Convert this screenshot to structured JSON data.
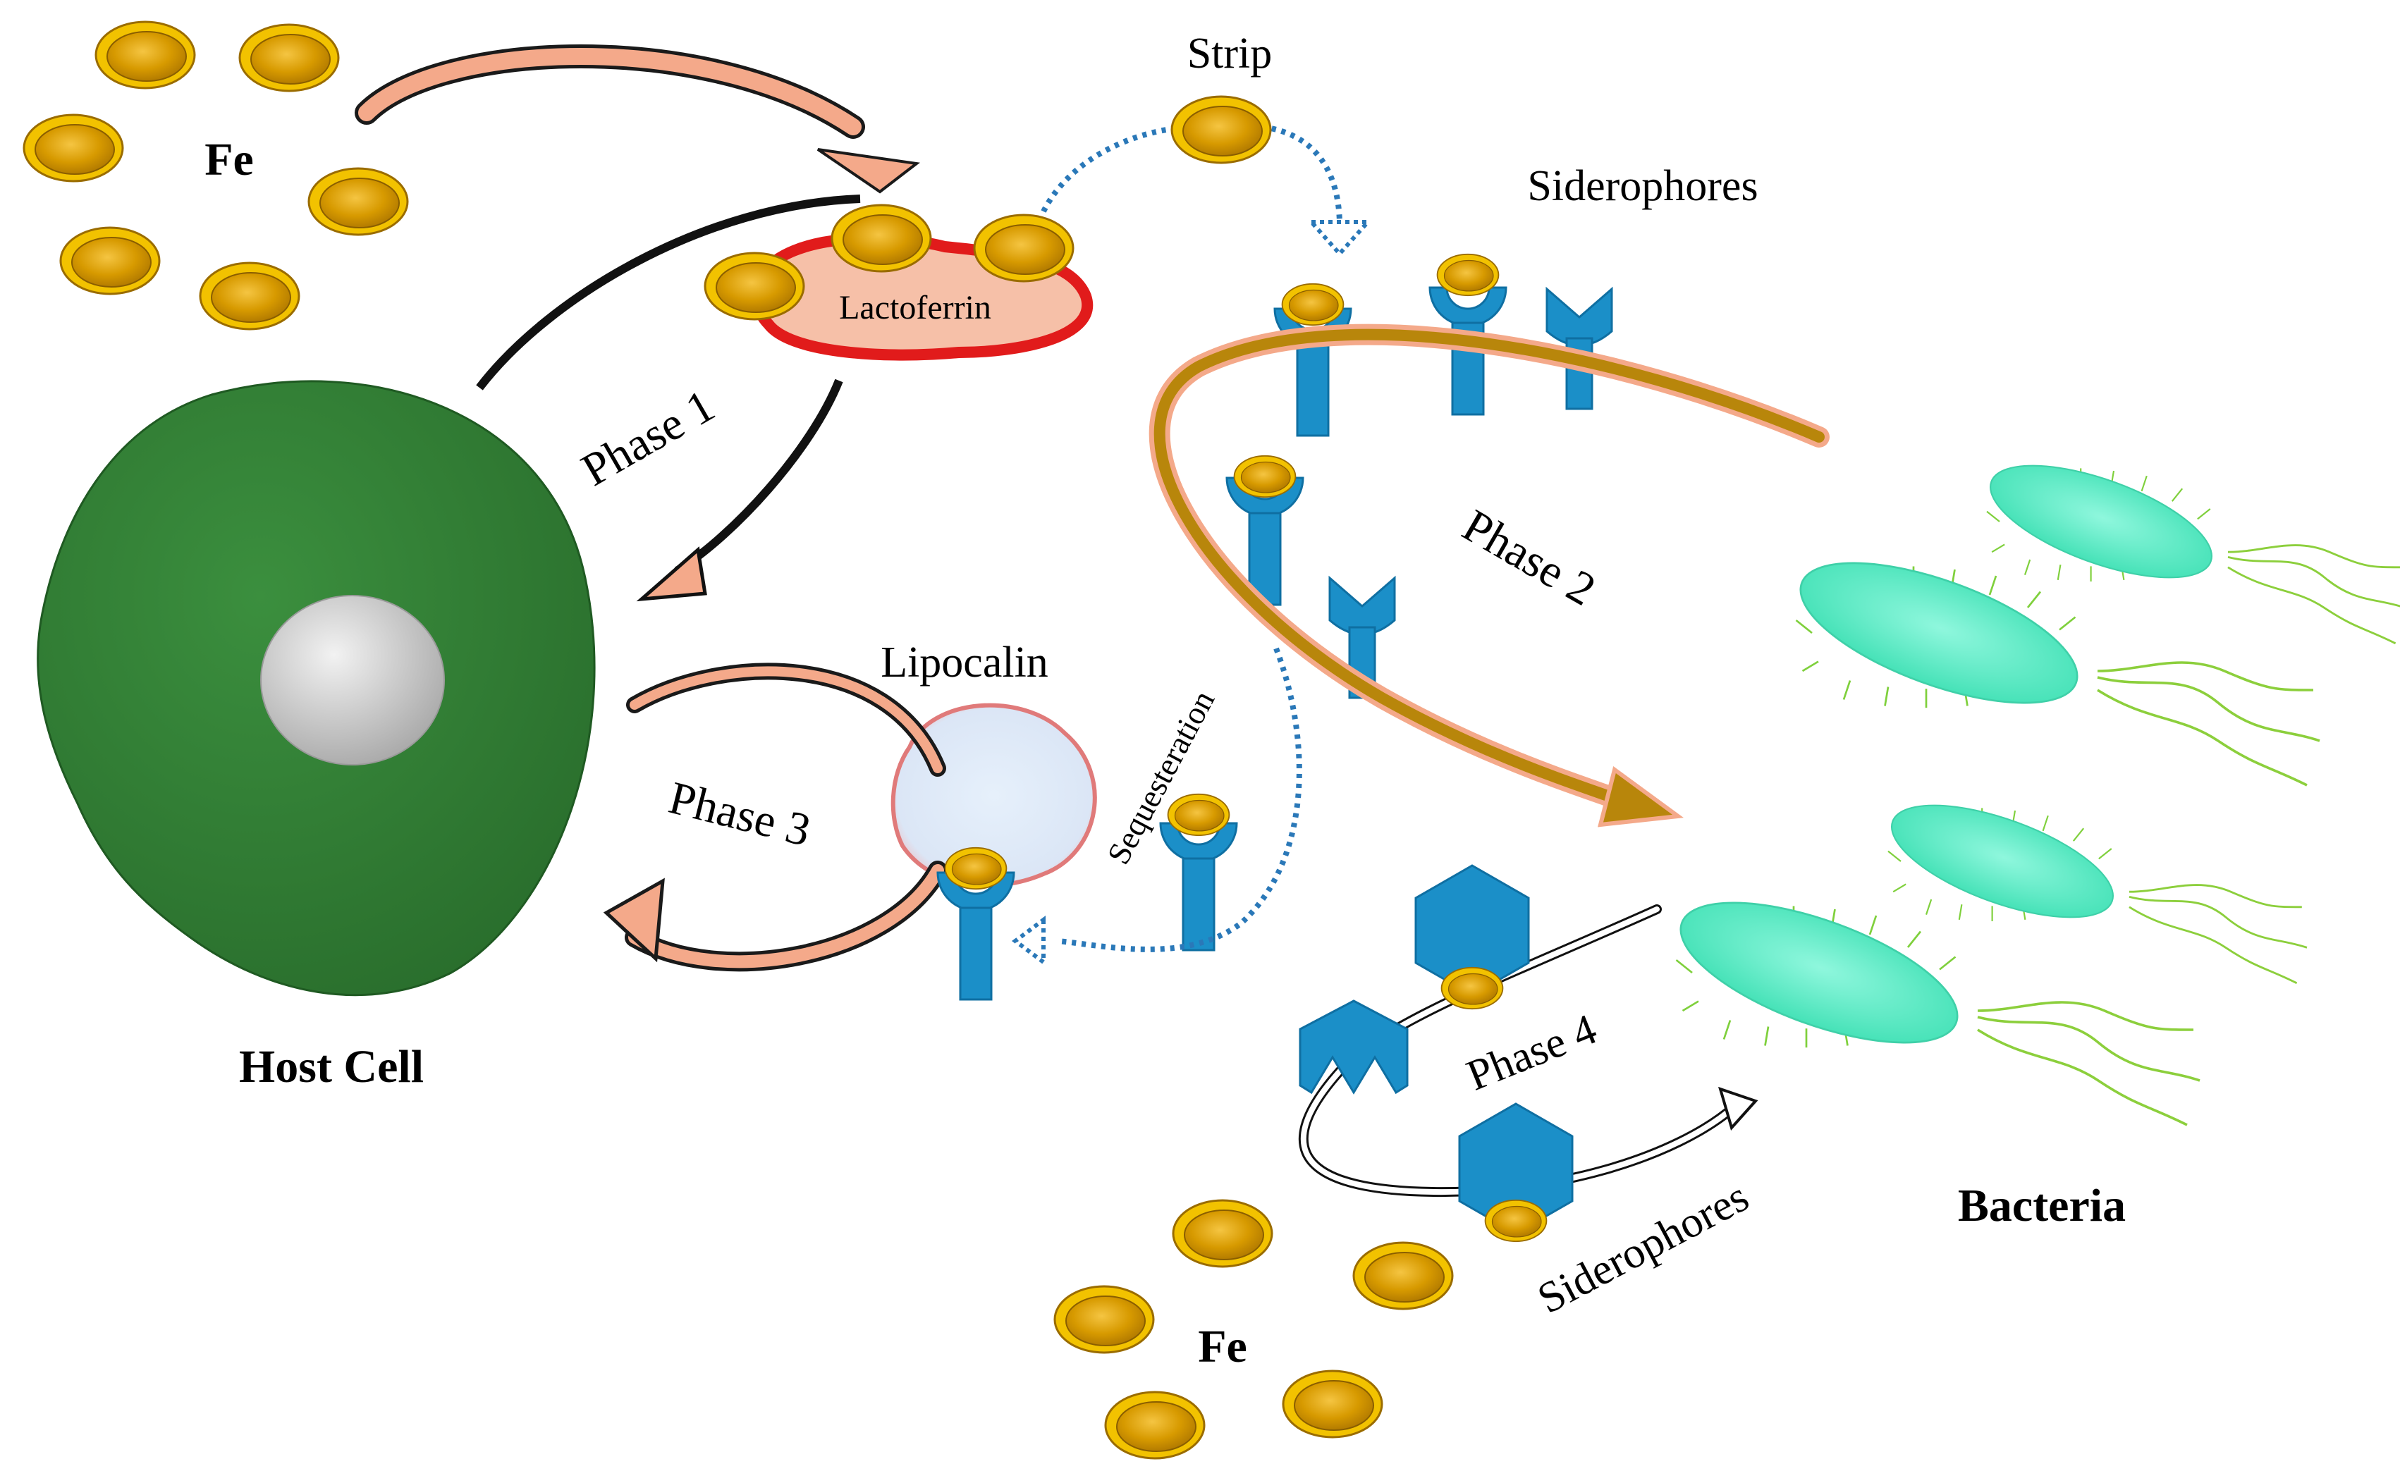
{
  "labels": {
    "fe_top": "Fe",
    "fe_bottom": "Fe",
    "host_cell": "Host Cell",
    "lactoferrin": "Lactoferrin",
    "strip": "Strip",
    "siderophores_top": "Siderophores",
    "siderophores_bottom": "Siderophores",
    "lipocalin": "Lipocalin",
    "sequesteration": "Sequesteration",
    "bacteria": "Bacteria",
    "phase1": "Phase  1",
    "phase2": "Phase  2",
    "phase3": "Phase  3",
    "phase4": "Phase  4"
  },
  "colors": {
    "iron_fill": "#d99a00",
    "iron_rim": "#f2c200",
    "host_cell": "#2e7d32",
    "nucleus": "#c8c8c8",
    "lactoferrin_fill": "#f6c0a8",
    "lactoferrin_rim": "#e11b1b",
    "siderophore": "#1b8fc8",
    "lipocalin_fill": "#dfeaf8",
    "lipocalin_rim": "#e07a7a",
    "arrow_salmon": "#f4a98a",
    "arrow_brown": "#b8860b",
    "arrow_dotted": "#2a78b8",
    "bacteria": "#5ff0c8",
    "flagella": "#8ccf3c"
  }
}
